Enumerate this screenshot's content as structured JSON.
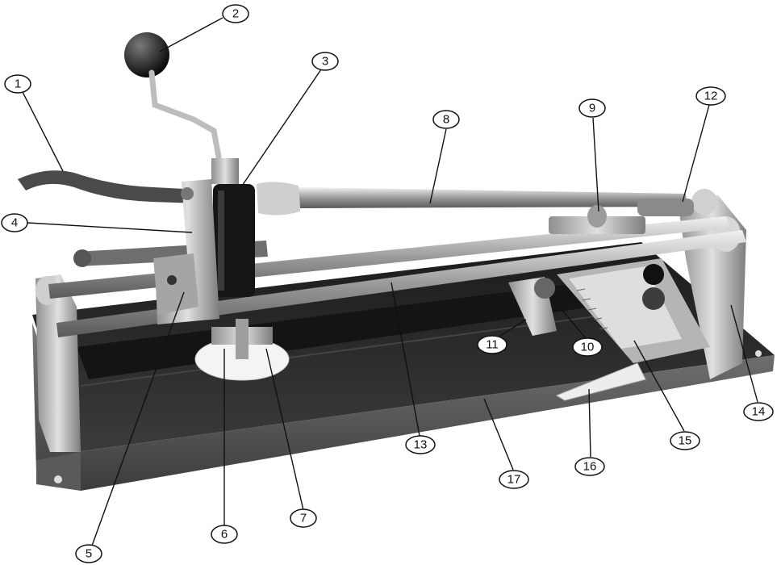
{
  "figure": {
    "kind": "exploded parts illustration",
    "subject_icon": "tile-cutter-illustration",
    "colors": {
      "base_plate": "#2a2a2a",
      "rails": "#b8b8b8",
      "metal_parts": "#a9a9a9",
      "handles": "#3a3a3a",
      "callout_stroke": "#111111",
      "background": "#ffffff"
    }
  },
  "callouts": [
    {
      "id": "1",
      "label": "1"
    },
    {
      "id": "2",
      "label": "2"
    },
    {
      "id": "3",
      "label": "3"
    },
    {
      "id": "4",
      "label": "4"
    },
    {
      "id": "5",
      "label": "5"
    },
    {
      "id": "6",
      "label": "6"
    },
    {
      "id": "7",
      "label": "7"
    },
    {
      "id": "8",
      "label": "8"
    },
    {
      "id": "9",
      "label": "9"
    },
    {
      "id": "10",
      "label": "10"
    },
    {
      "id": "11",
      "label": "11"
    },
    {
      "id": "12",
      "label": "12"
    },
    {
      "id": "13",
      "label": "13"
    },
    {
      "id": "14",
      "label": "14"
    },
    {
      "id": "15",
      "label": "15"
    },
    {
      "id": "16",
      "label": "16"
    },
    {
      "id": "17",
      "label": "17"
    }
  ]
}
